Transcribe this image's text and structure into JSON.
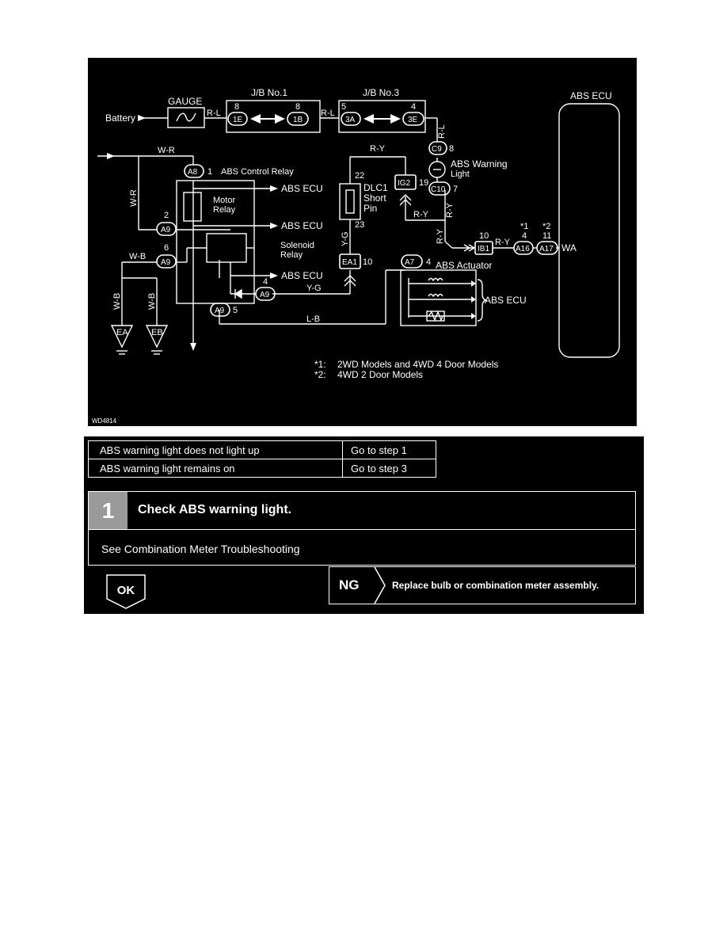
{
  "diagram": {
    "battery": "Battery",
    "gauge": "GAUGE",
    "jb1": "J/B No.1",
    "jb3": "J/B No.3",
    "abs_ecu_box": "ABS ECU",
    "wire_rl_1": "R-L",
    "wire_rl_2": "R-L",
    "wire_rl_3": "R-L",
    "pin_8a": "8",
    "pin_8b": "8",
    "pin_5": "5",
    "pin_4a": "4",
    "conn_1e": "1E",
    "conn_1b": "1B",
    "conn_3a": "3A",
    "conn_3e": "3E",
    "wire_wr_1": "W-R",
    "wire_wr_2": "W-R",
    "wire_ry_1": "R-Y",
    "wire_ry_2": "R-Y",
    "wire_ry_3": "R-Y",
    "wire_ry_4": "R-Y",
    "wire_ry_5": "R-Y",
    "conn_c9": "C9",
    "pin_c9": "8",
    "abs_warning_light": "ABS Warning",
    "abs_warning_light_2": "Light",
    "conn_c10": "C10",
    "pin_c10": "7",
    "conn_ig2": "IG2",
    "pin_ig2": "19",
    "pin_22": "22",
    "pin_23": "23",
    "dlc1": "DLC1",
    "dlc1_short": "Short",
    "dlc1_pin": "Pin",
    "wire_yg_1": "Y-G",
    "wire_yg_2": "Y-G",
    "conn_ea1": "EA1",
    "pin_ea1": "10",
    "conn_a8": "A8",
    "pin_a8": "1",
    "abs_control_relay": "ABS Control Relay",
    "abs_ecu_1": "ABS ECU",
    "abs_ecu_2": "ABS ECU",
    "abs_ecu_3": "ABS ECU",
    "abs_ecu_4": "ABS ECU",
    "motor_relay_1": "Motor",
    "motor_relay_2": "Relay",
    "solenoid_relay_1": "Solenoid",
    "solenoid_relay_2": "Relay",
    "conn_a9_2": "A9",
    "pin_a9_2": "2",
    "conn_a9_6": "A9",
    "pin_a9_6": "6",
    "conn_a9_4": "A9",
    "pin_a9_4": "4",
    "conn_a9_5": "A9",
    "pin_a9_5": "5",
    "wire_wb_1": "W-B",
    "wire_wb_2": "W-B",
    "wire_wb_3": "W-B",
    "ground_ea": "EA",
    "ground_eb": "EB",
    "wire_lb": "L-B",
    "conn_a7": "A7",
    "pin_a7": "4",
    "abs_actuator": "ABS Actuator",
    "conn_ib1": "IB1",
    "pin_ib1": "10",
    "conn_a16": "A16",
    "pin_a16": "4",
    "star_a16": "*1",
    "conn_a17": "A17",
    "pin_a17": "11",
    "star_a17": "*2",
    "wa": "WA",
    "note1_mark": "*1:",
    "note1_text": "2WD Models and 4WD 4 Door Models",
    "note2_mark": "*2:",
    "note2_text": "4WD 2 Door Models",
    "figure_id": "WD4814"
  },
  "procedure": {
    "rows": [
      {
        "symptom": "ABS warning light does not light up",
        "action": "Go to step  1"
      },
      {
        "symptom": "ABS warning light remains on",
        "action": "Go to step  3"
      }
    ],
    "step_number": "1",
    "step_title": "Check ABS warning light.",
    "step_instruction": "See Combination Meter Troubleshooting",
    "ok_label": "OK",
    "ng_label": "NG",
    "ng_action": "Replace bulb or combination meter assembly."
  },
  "colors": {
    "panel_bg": "#000000",
    "line": "#ffffff",
    "step_badge": "#9a9a9a"
  }
}
